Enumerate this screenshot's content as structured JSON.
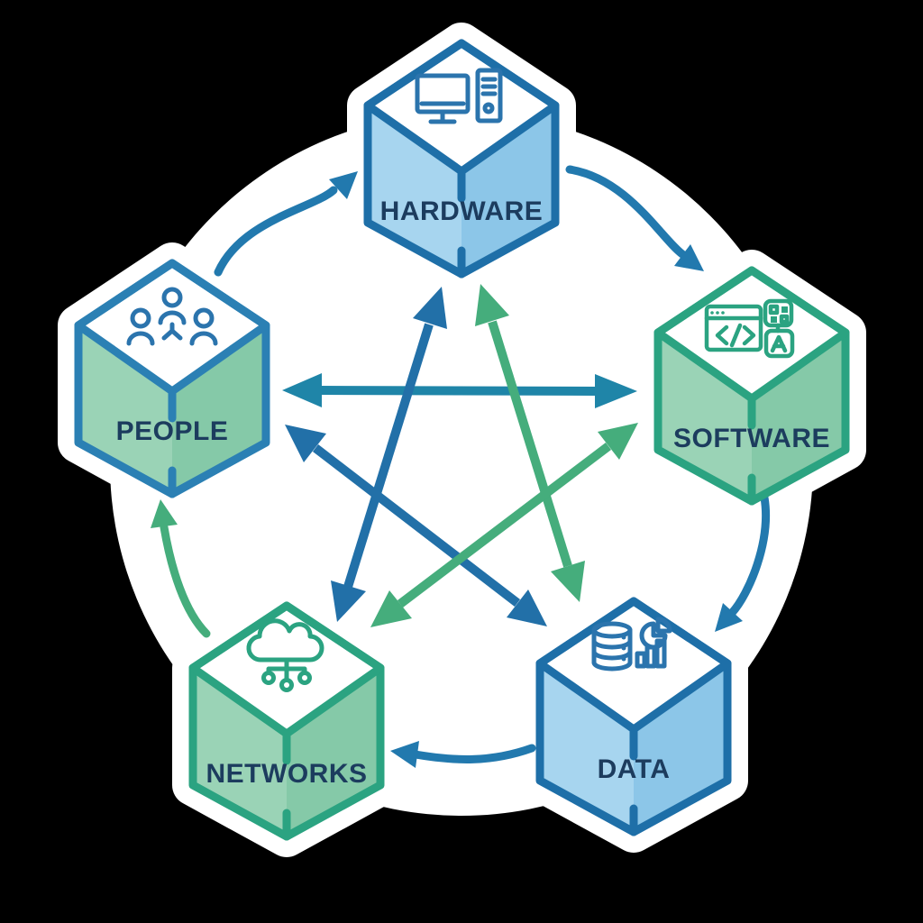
{
  "diagram_type": "information-system-components-cycle",
  "background": {
    "page_color": "#000000",
    "canvas_color": "#ffffff"
  },
  "nodes": [
    {
      "id": "hardware",
      "label": "HARDWARE",
      "icon": "computer-hardware-icon",
      "border": "#1e6fa8",
      "face_left": "#a7d5ef",
      "face_right": "#8cc6e8",
      "top_face": "#ffffff",
      "icon_color": "#2b74ad",
      "label_color": "#1c3c5e",
      "position": "top"
    },
    {
      "id": "software",
      "label": "SOFTWARE",
      "icon": "code-window-icon",
      "border": "#2ba381",
      "face_left": "#9ad3b6",
      "face_right": "#85c9a8",
      "top_face": "#ffffff",
      "icon_color": "#2ba381",
      "label_color": "#1c3c5e",
      "position": "right"
    },
    {
      "id": "people",
      "label": "PEOPLE",
      "icon": "people-hierarchy-icon",
      "border": "#2b80b4",
      "face_left": "#9ad3b6",
      "face_right": "#85c9a8",
      "top_face": "#ffffff",
      "icon_color": "#2b74ad",
      "label_color": "#1c3c5e",
      "position": "left"
    },
    {
      "id": "networks",
      "label": "NETWORKS",
      "icon": "cloud-network-icon",
      "border": "#2ba381",
      "face_left": "#9ad3b6",
      "face_right": "#85c9a8",
      "top_face": "#ffffff",
      "icon_color": "#2ba381",
      "label_color": "#1c3c5e",
      "position": "bottom-left"
    },
    {
      "id": "data",
      "label": "DATA",
      "icon": "database-analytics-icon",
      "border": "#1e6fa8",
      "face_left": "#a7d5ef",
      "face_right": "#8cc6e8",
      "top_face": "#ffffff",
      "icon_color": "#2b74ad",
      "label_color": "#1c3c5e",
      "position": "bottom-right"
    }
  ],
  "connections": {
    "outer_cycle": [
      {
        "from": "PEOPLE",
        "to": "HARDWARE",
        "color": "#2279ae",
        "bidirectional": false
      },
      {
        "from": "HARDWARE",
        "to": "SOFTWARE",
        "color": "#2279ae",
        "bidirectional": false
      },
      {
        "from": "SOFTWARE",
        "to": "DATA",
        "color": "#2279ae",
        "bidirectional": false
      },
      {
        "from": "DATA",
        "to": "NETWORKS",
        "color": "#2279ae",
        "bidirectional": false
      },
      {
        "from": "NETWORKS",
        "to": "PEOPLE",
        "color": "#45ad7c",
        "bidirectional": false
      }
    ],
    "inner_star": [
      {
        "between": "PEOPLE-SOFTWARE",
        "color": "#1f85a8",
        "bidirectional": true
      },
      {
        "between": "HARDWARE-NETWORKS",
        "color": "#2270a8",
        "bidirectional": true
      },
      {
        "between": "HARDWARE-DATA",
        "color": "#45ad7c",
        "bidirectional": true
      },
      {
        "between": "PEOPLE-DATA",
        "color": "#2270a8",
        "bidirectional": true
      },
      {
        "between": "NETWORKS-SOFTWARE",
        "color": "#45ad7c",
        "bidirectional": true
      }
    ]
  }
}
